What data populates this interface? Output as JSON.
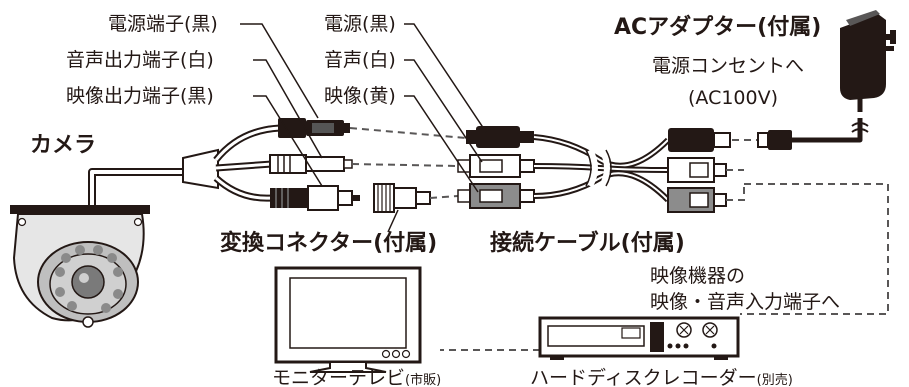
{
  "labels": {
    "camera": "カメラ",
    "power_terminal": "電源端子(黒)",
    "audio_out_terminal": "音声出力端子(白)",
    "video_out_terminal": "映像出力端子(黒)",
    "cable_power": "電源(黒)",
    "cable_audio": "音声(白)",
    "cable_video": "映像(黄)",
    "ac_adapter": "ACアダプター(付属)",
    "to_outlet_line1": "電源コンセントへ",
    "to_outlet_line2": "(AC100V)",
    "conversion_connector": "変換コネクター(付属)",
    "connection_cable": "接続ケーブル(付属)",
    "to_video_device_line1": "映像機器の",
    "to_video_device_line2": "映像・音声入力端子へ",
    "monitor_tv": "モニターテレビ",
    "monitor_tv_note": "(市販)",
    "hdd_recorder": "ハードディスクレコーダー",
    "hdd_recorder_note": "(別売)"
  },
  "colors": {
    "line": "#231815",
    "plug_black": "#231815",
    "plug_white": "#ffffff",
    "plug_yellow_gray": "#8c8c8c",
    "camera_body": "#d9d9d9",
    "lens_gray": "#9a9a9a"
  }
}
